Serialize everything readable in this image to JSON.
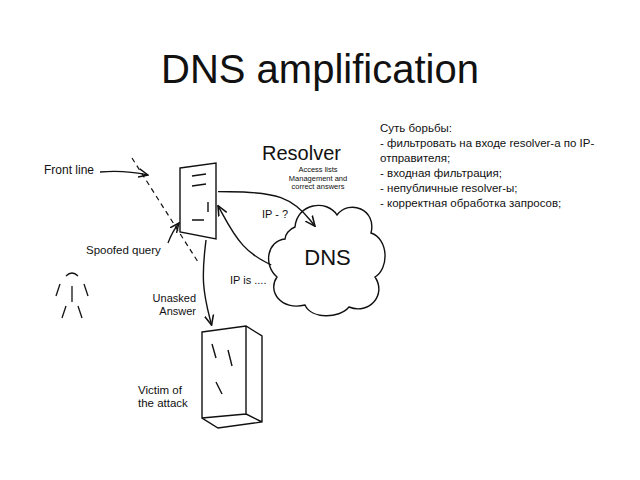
{
  "diagram": {
    "title": "DNS amplification",
    "nodes": [
      {
        "text": [
          "Resolver",
          "Access lists Management and correct answers"
        ]
      },
      {
        "text": [
          "DNS"
        ]
      },
      {
        "text": [
          "Victim of the attack"
        ]
      }
    ],
    "edges": [
      {
        "from": 0,
        "to": 1,
        "label": "IP - ?",
        "arrow": "to"
      },
      {
        "from": 1,
        "to": 0,
        "label": "IP is ....",
        "arrow": "to"
      },
      {
        "from": 0,
        "to": 2,
        "label": "Unasked Answer",
        "arrow": "to"
      }
    ],
    "labels": [
      "Front line",
      "Spoofed query",
      "Суть борьбы:",
      "- фильтровать на входе resolver-а по IP-отправителя;",
      "- входная фильтрация;",
      "- непубличные resolver-ы;",
      "- корректная обработка запросов;"
    ]
  }
}
